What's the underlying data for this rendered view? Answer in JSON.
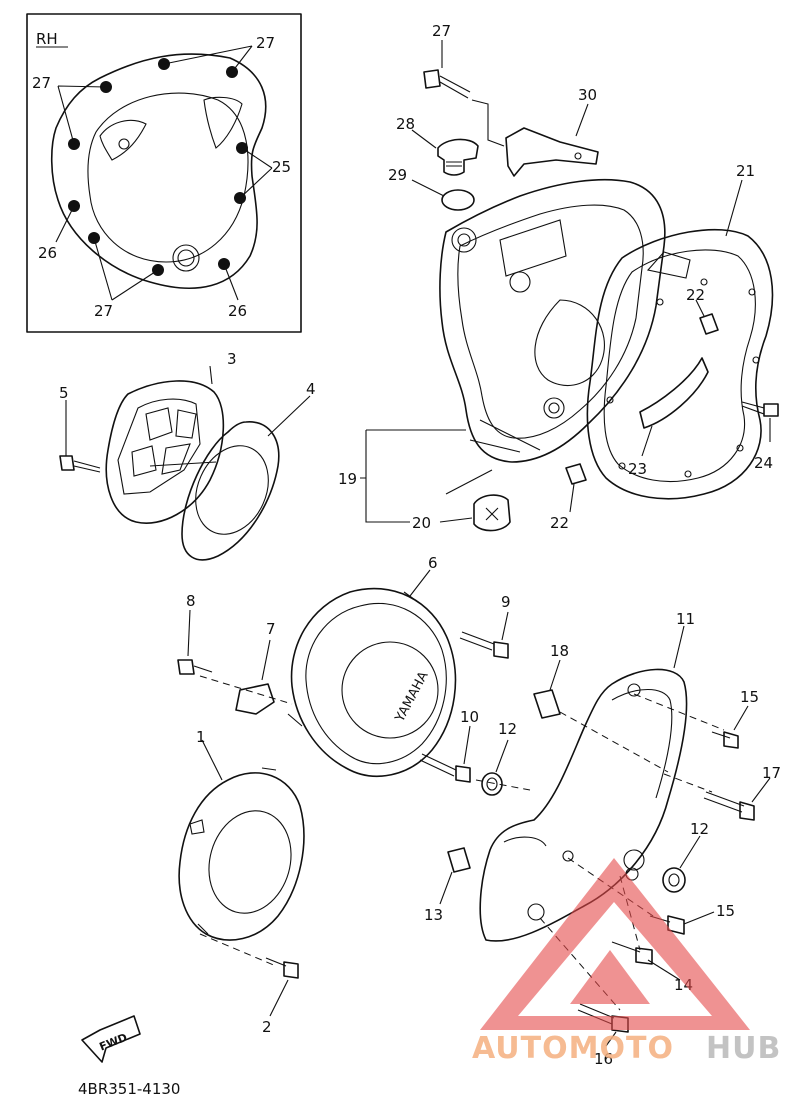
{
  "inset": {
    "side_label": "RH",
    "labels": [
      "27",
      "27",
      "25",
      "26",
      "27",
      "26"
    ]
  },
  "callouts": {
    "c1": "1",
    "c2": "2",
    "c3": "3",
    "c4": "4",
    "c5": "5",
    "c6": "6",
    "c7": "7",
    "c8": "8",
    "c9": "9",
    "c10": "10",
    "c11": "11",
    "c12a": "12",
    "c12b": "12",
    "c13": "13",
    "c14": "14",
    "c15a": "15",
    "c15b": "15",
    "c16": "16",
    "c17": "17",
    "c18": "18",
    "c19": "19",
    "c20": "20",
    "c21": "21",
    "c22a": "22",
    "c22b": "22",
    "c23": "23",
    "c24": "24",
    "c27": "27",
    "c28": "28",
    "c29": "29",
    "c30": "30"
  },
  "cover_brand": "YAMAHA",
  "fwd_badge": "FWD",
  "part_code": "4BR351-4130",
  "watermark": {
    "part1": "AUTOMOTO",
    "part2": "HUB",
    "color1": "#f5b080",
    "color2": "#b9b9b9",
    "triangle_color": "#e64a4a"
  }
}
